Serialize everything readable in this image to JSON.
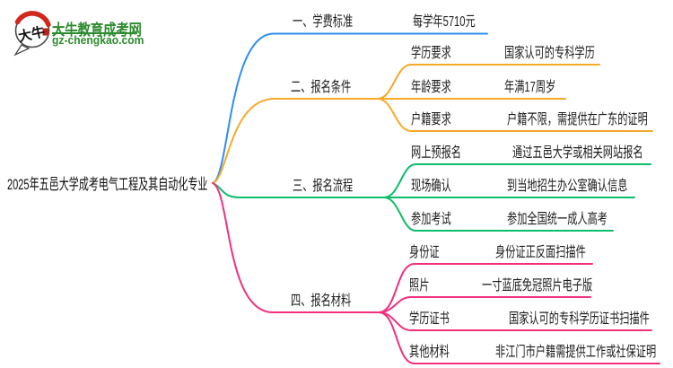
{
  "header": {
    "site_name": "大牛教育成考网",
    "site_domain": "gz-chengkao.com",
    "logo_text": "大牛",
    "brand_green": "#2e8b2f",
    "logo_red": "#d0281c"
  },
  "mindmap": {
    "root": "2025年五邑大学成考电气工程及其自动化专业",
    "branches": [
      {
        "label": "一、学费标准",
        "color": "#2f8df2",
        "rows": [
          {
            "label": "每学年5710元",
            "value": ""
          }
        ]
      },
      {
        "label": "二、报名条件",
        "color": "#f7a928",
        "rows": [
          {
            "label": "学历要求",
            "value": "国家认可的专科学历"
          },
          {
            "label": "年龄要求",
            "value": "年满17周岁"
          },
          {
            "label": "户籍要求",
            "value": "户籍不限，需提供在广东的证明"
          }
        ]
      },
      {
        "label": "三、报名流程",
        "color": "#0dbd6b",
        "rows": [
          {
            "label": "网上预报名",
            "value": "通过五邑大学或相关网站报名"
          },
          {
            "label": "现场确认",
            "value": "到当地招生办公室确认信息"
          },
          {
            "label": "参加考试",
            "value": "参加全国统一成人高考"
          }
        ]
      },
      {
        "label": "四、报名材料",
        "color": "#f2307e",
        "rows": [
          {
            "label": "身份证",
            "value": "身份证正反面扫描件"
          },
          {
            "label": "照片",
            "value": "一寸蓝底免冠照片电子版"
          },
          {
            "label": "学历证书",
            "value": "国家认可的专科学历证书扫描件"
          },
          {
            "label": "其他材料",
            "value": "非江门市户籍需提供工作或社保证明"
          }
        ]
      }
    ]
  }
}
